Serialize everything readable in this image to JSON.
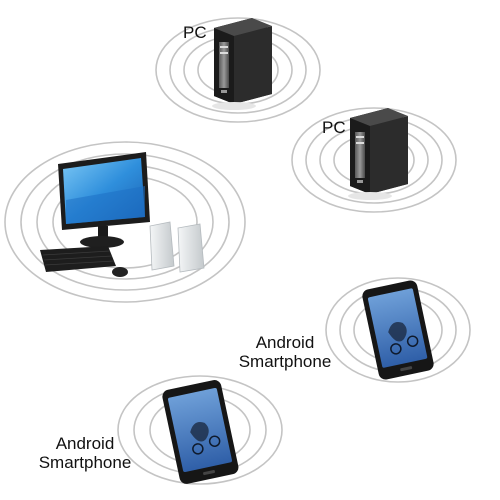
{
  "devices": {
    "pc_top": {
      "label": "PC"
    },
    "pc_right": {
      "label": "PC"
    },
    "desktop": {
      "label": ""
    },
    "phone_right": {
      "label_line1": "Android",
      "label_line2": "Smartphone"
    },
    "phone_bottom": {
      "label_line1": "Android",
      "label_line2": "Smartphone"
    }
  },
  "colors": {
    "ring": "#bdbdbd",
    "tower_body": "#2a2a2a",
    "monitor_screen": "#3aa0e8",
    "phone_screen": "#3f6fb5",
    "speaker": "#d9dde0"
  }
}
